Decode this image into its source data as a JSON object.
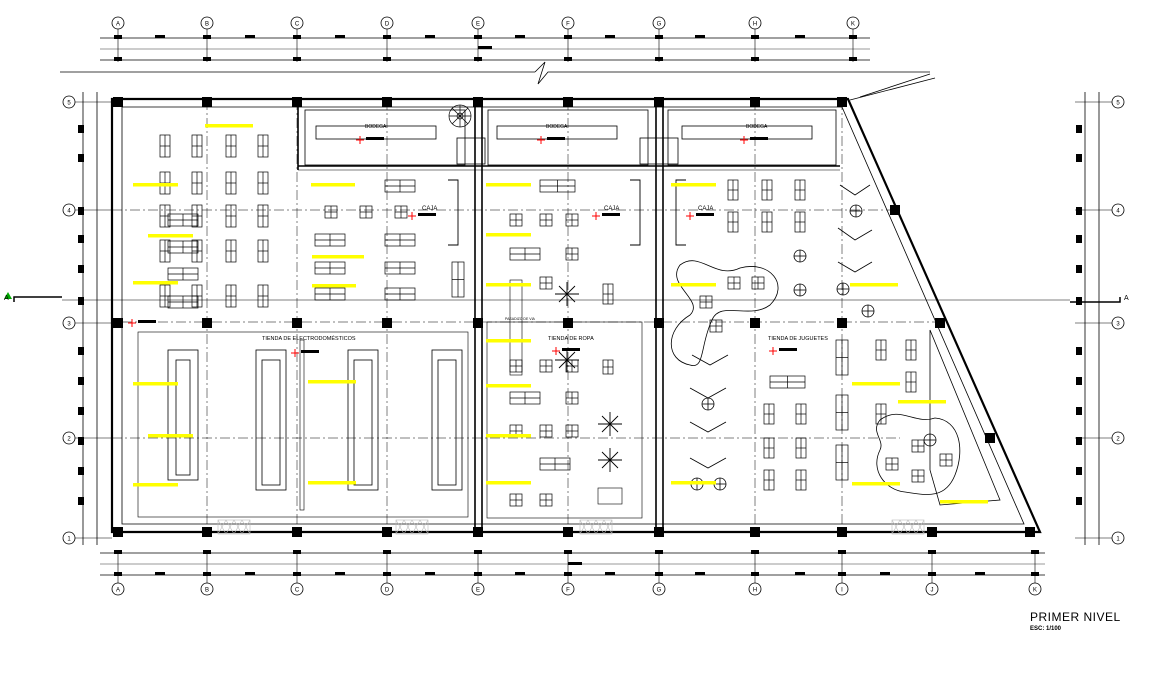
{
  "drawing": {
    "title": "PRIMER NIVEL",
    "scale": "ESC: 1/100"
  },
  "grid": {
    "columns_top": [
      "A",
      "B",
      "C",
      "D",
      "E",
      "F",
      "G",
      "H",
      "K"
    ],
    "columns_bottom": [
      "A",
      "B",
      "C",
      "D",
      "E",
      "F",
      "G",
      "H",
      "I",
      "J",
      "K"
    ],
    "rows_left": [
      "5",
      "4",
      "3",
      "2",
      "1"
    ],
    "rows_right": [
      "5",
      "4",
      "3",
      "2",
      "1"
    ]
  },
  "section_marker": "A",
  "rooms": {
    "store_electro": "TIENDA DE ELECTRODOMÉSTICOS",
    "store_clothes": "TIENDA DE ROPA",
    "store_toys": "TIENDA DE JUGUETES",
    "storage": "BODEGA",
    "cashier": "CAJA",
    "service_hall": "PASADIZO DE VIA"
  },
  "colors": {
    "line": "#000000",
    "highlight": "#ffff00",
    "marker": "#ff0000",
    "section_mark": "#00aa00",
    "hatch": "#bbbbbb"
  }
}
